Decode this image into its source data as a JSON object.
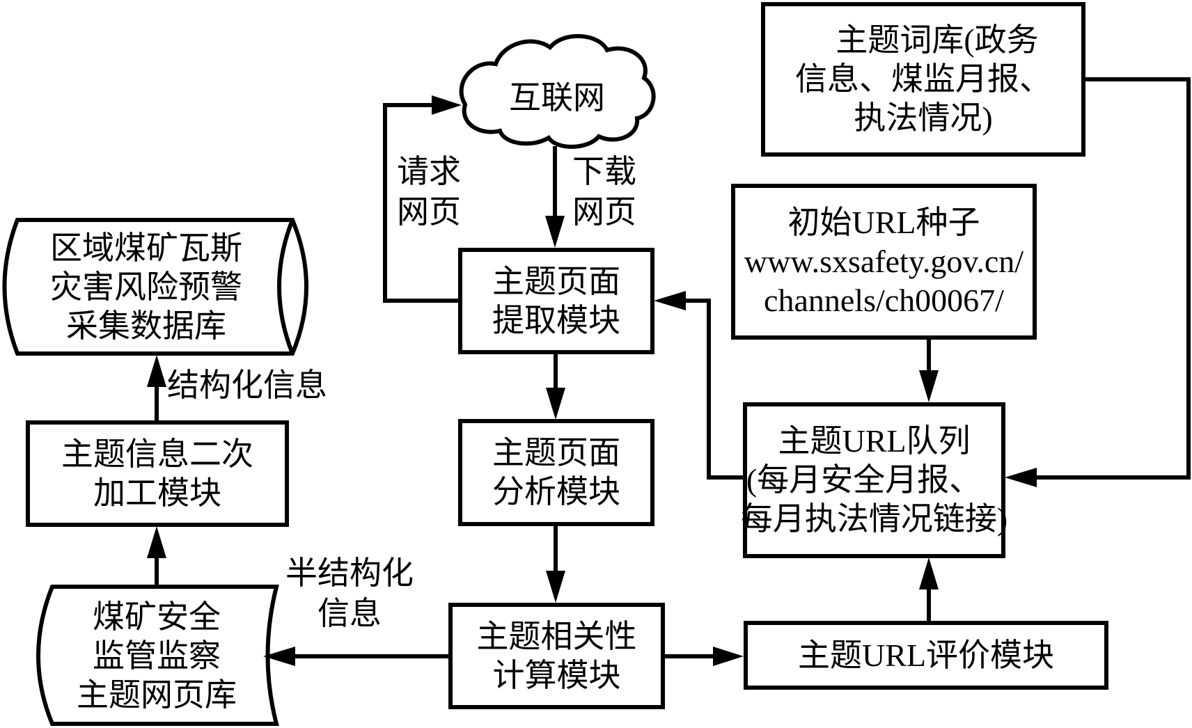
{
  "diagram": {
    "colors": {
      "stroke": "#000000",
      "text": "#000000",
      "background": "#ffffff"
    },
    "nodes": {
      "internet": {
        "shape": "cloud-icon",
        "lines": [
          "互联网"
        ]
      },
      "extract": {
        "lines": [
          "主题页面",
          "提取模块"
        ]
      },
      "analyze": {
        "lines": [
          "主题页面",
          "分析模块"
        ]
      },
      "relevance": {
        "lines": [
          "主题相关性",
          "计算模块"
        ]
      },
      "lexicon": {
        "lines": [
          "主题词库(政务",
          "信息、煤监月报、",
          "执法情况)"
        ]
      },
      "seed": {
        "lines": [
          "初始URL种子",
          "www.sxsafety.gov.cn/",
          "channels/ch00067/"
        ]
      },
      "queue": {
        "lines": [
          "主题URL队列",
          "(每月安全月报、",
          "每月执法情况链接)"
        ]
      },
      "evaluate": {
        "lines": [
          "主题URL评价模块"
        ]
      },
      "warning_db": {
        "shape": "stored-data-cylinder",
        "lines": [
          "区域煤矿瓦斯",
          "灾害风险预警",
          "采集数据库"
        ]
      },
      "secondary": {
        "lines": [
          "主题信息二次",
          "加工模块"
        ]
      },
      "page_db": {
        "shape": "stored-data",
        "lines": [
          "煤矿安全",
          "监管监察",
          "主题网页库"
        ]
      }
    },
    "edge_labels": {
      "request": [
        "请求",
        "网页"
      ],
      "download": [
        "下载",
        "网页"
      ],
      "structured": [
        "结构化信息"
      ],
      "semi_structured": [
        "半结构化",
        "信息"
      ]
    },
    "edges": [
      {
        "from": "extract",
        "to": "internet",
        "label": "request"
      },
      {
        "from": "internet",
        "to": "extract",
        "label": "download"
      },
      {
        "from": "extract",
        "to": "analyze"
      },
      {
        "from": "analyze",
        "to": "relevance"
      },
      {
        "from": "relevance",
        "to": "page_db",
        "label": "semi_structured"
      },
      {
        "from": "relevance",
        "to": "evaluate"
      },
      {
        "from": "evaluate",
        "to": "queue"
      },
      {
        "from": "seed",
        "to": "queue"
      },
      {
        "from": "lexicon",
        "to": "queue"
      },
      {
        "from": "queue",
        "to": "extract"
      },
      {
        "from": "page_db",
        "to": "secondary"
      },
      {
        "from": "secondary",
        "to": "warning_db",
        "label": "structured"
      }
    ]
  }
}
